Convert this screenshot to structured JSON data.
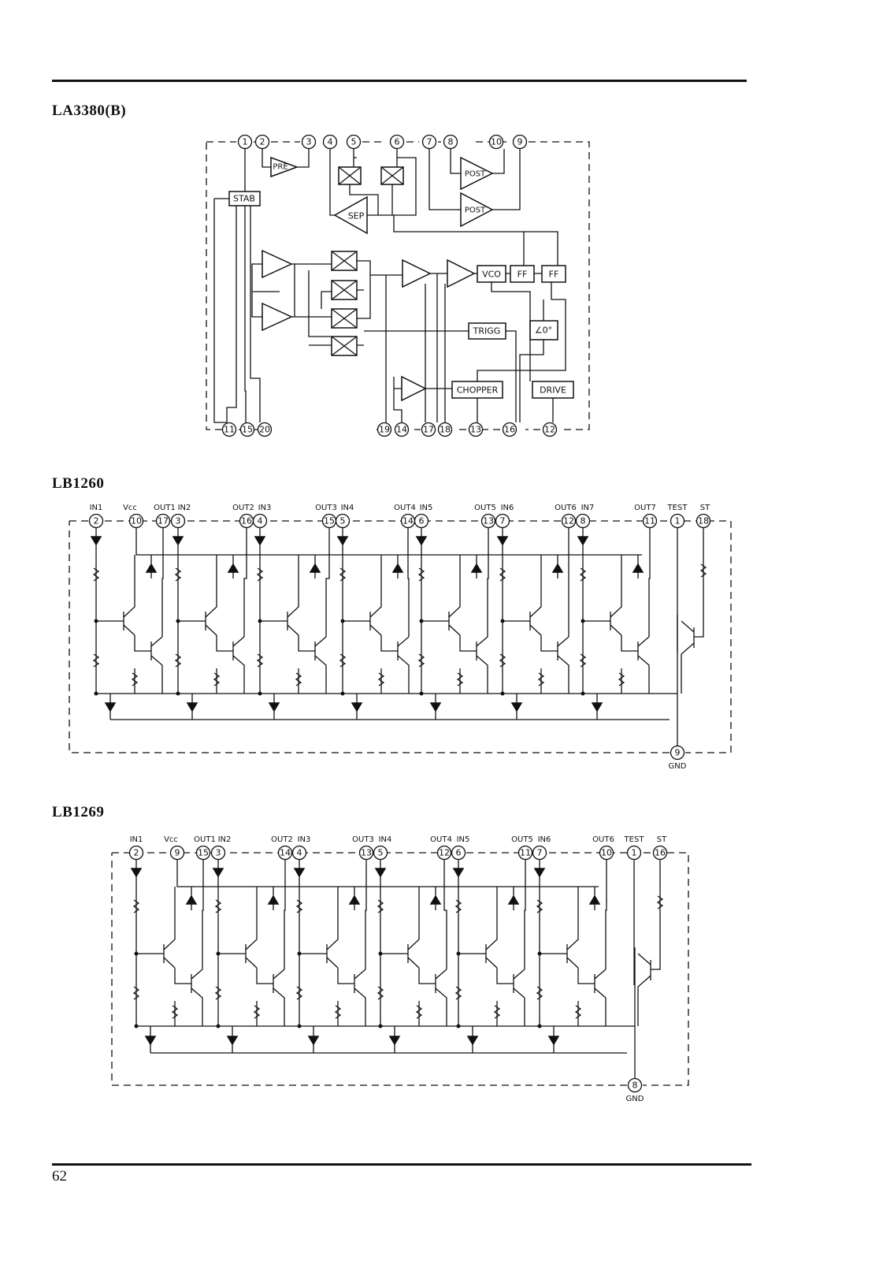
{
  "page_number": "62",
  "la3380": {
    "title": "LA3380(B)",
    "top_pins": [
      "1",
      "2",
      "3",
      "4",
      "5",
      "6",
      "7",
      "8",
      "10",
      "9"
    ],
    "bottom_pins": [
      "11",
      "15",
      "20",
      "19",
      "14",
      "17",
      "18",
      "13",
      "16",
      "12"
    ],
    "blocks": {
      "pre": "PRE",
      "stab": "STAB",
      "sep": "SEP",
      "post1": "POST",
      "post2": "POST",
      "vco": "VCO",
      "ff1": "FF",
      "ff2": "FF",
      "trigg": "TRIGG",
      "phase": "∠0°",
      "chopper": "CHOPPER",
      "drive": "DRIVE"
    }
  },
  "lb1260": {
    "title": "LB1260",
    "pins": [
      "2",
      "10",
      "17",
      "3",
      "16",
      "4",
      "15",
      "5",
      "14",
      "6",
      "13",
      "7",
      "12",
      "8",
      "11",
      "1",
      "18"
    ],
    "labels": [
      "IN1",
      "Vcc",
      "OUT1",
      "IN2",
      "OUT2",
      "IN3",
      "OUT3",
      "IN4",
      "OUT4",
      "IN5",
      "OUT5",
      "IN6",
      "OUT6",
      "IN7",
      "OUT7",
      "TEST",
      "ST"
    ],
    "gnd_pin": "9",
    "gnd_label": "GND"
  },
  "lb1269": {
    "title": "LB1269",
    "pins": [
      "2",
      "9",
      "15",
      "3",
      "14",
      "4",
      "13",
      "5",
      "12",
      "6",
      "11",
      "7",
      "10",
      "1",
      "16"
    ],
    "labels": [
      "IN1",
      "Vcc",
      "OUT1",
      "IN2",
      "OUT2",
      "IN3",
      "OUT3",
      "IN4",
      "OUT4",
      "IN5",
      "OUT5",
      "IN6",
      "OUT6",
      "TEST",
      "ST"
    ],
    "gnd_pin": "8",
    "gnd_label": "GND"
  }
}
